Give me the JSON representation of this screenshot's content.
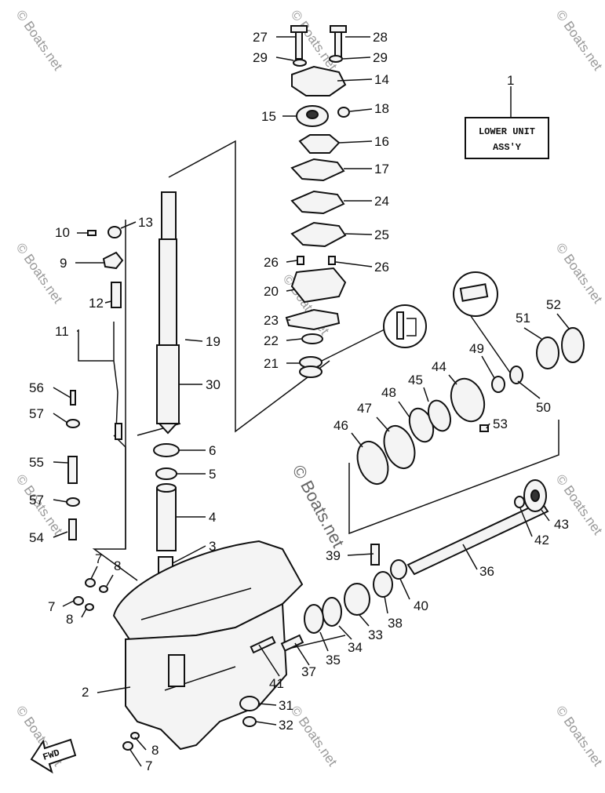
{
  "assembly_box": {
    "line1": "LOWER UNIT",
    "line2": "ASS'Y",
    "ref": "1"
  },
  "fwd_label": "FWD",
  "watermark": "© Boats.net",
  "callouts": [
    "2",
    "3",
    "4",
    "5",
    "6",
    "7",
    "8",
    "9",
    "10",
    "11",
    "12",
    "13",
    "14",
    "15",
    "16",
    "17",
    "18",
    "19",
    "20",
    "21",
    "22",
    "23",
    "24",
    "25",
    "26",
    "27",
    "28",
    "29",
    "30",
    "31",
    "32",
    "33",
    "34",
    "35",
    "36",
    "37",
    "38",
    "39",
    "40",
    "41",
    "42",
    "43",
    "44",
    "45",
    "46",
    "47",
    "48",
    "49",
    "50",
    "51",
    "52",
    "53",
    "54",
    "55",
    "56",
    "57"
  ]
}
